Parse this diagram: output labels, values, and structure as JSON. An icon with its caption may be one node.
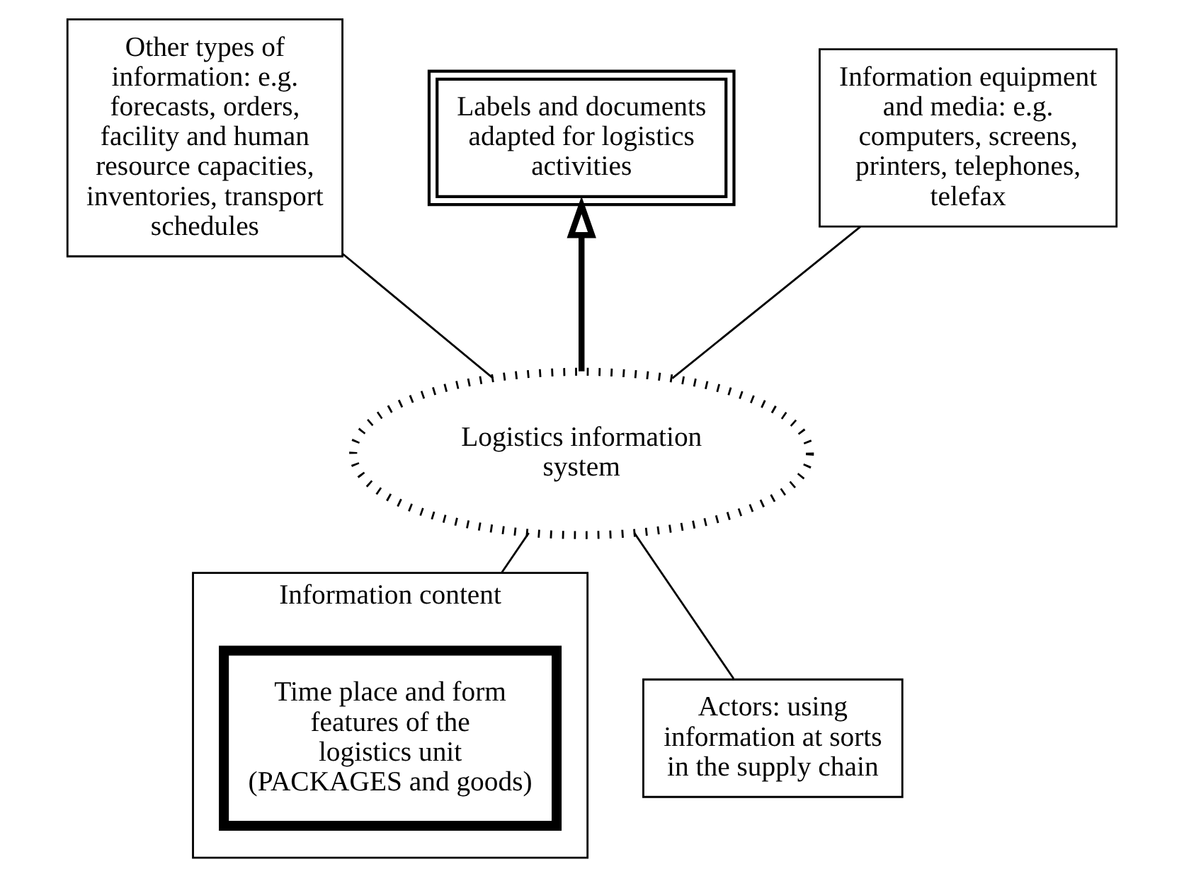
{
  "diagram": {
    "nodes": [
      {
        "text": [
          "Other types of information: e.g. forecasts, orders, facility and human resource capacities, inventories, transport schedules"
        ]
      },
      {
        "text": [
          "Labels and documents adapted for logistics activities"
        ]
      },
      {
        "text": [
          "Information equipment and media: e.g. computers, screens, printers, telephones, telefax"
        ]
      },
      {
        "text": [
          "Information content"
        ]
      },
      {
        "text": [
          "Time place and form features of the logistics unit (PACKAGES and goods)"
        ],
        "in": 3
      },
      {
        "text": [
          "Logistics information system"
        ]
      },
      {
        "text": [
          "Actors: using information at sorts in the supply chain"
        ]
      }
    ],
    "edges": [
      {
        "from": 5,
        "to": 1,
        "arrow": "to",
        "style": "thick"
      },
      {
        "from": 0,
        "to": 5,
        "arrow": "none"
      },
      {
        "from": 2,
        "to": 5,
        "arrow": "none"
      },
      {
        "from": 3,
        "to": 5,
        "arrow": "none"
      },
      {
        "from": 6,
        "to": 5,
        "arrow": "none"
      }
    ]
  }
}
